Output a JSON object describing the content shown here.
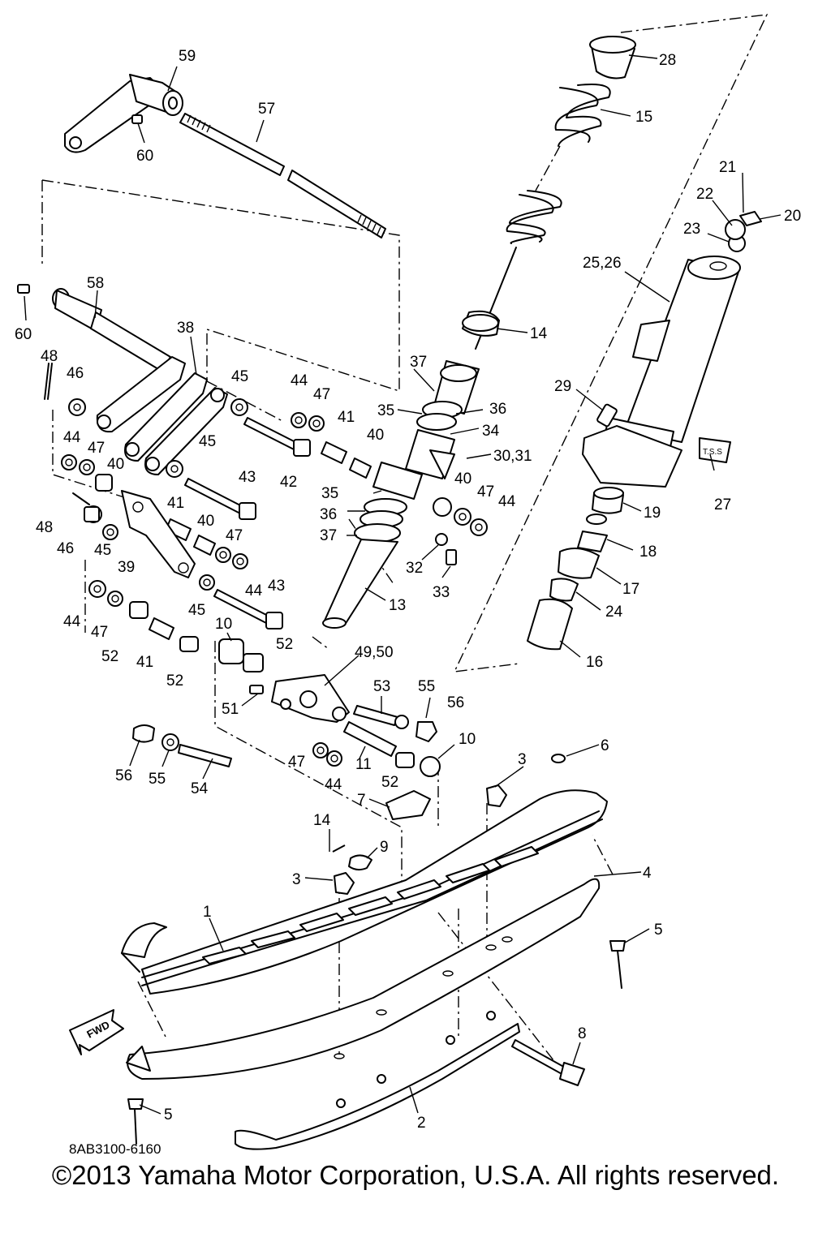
{
  "diagram": {
    "part_code": "8AB3100-6160",
    "fwd_label": "FWD",
    "tag_label": "T.S.S",
    "labels": [
      "59",
      "57",
      "60",
      "28",
      "15",
      "21",
      "22",
      "20",
      "23",
      "25,26",
      "58",
      "60",
      "14",
      "38",
      "48",
      "46",
      "45",
      "44",
      "47",
      "37",
      "35",
      "36",
      "34",
      "29",
      "30,31",
      "41",
      "40",
      "42",
      "43",
      "40",
      "47",
      "44",
      "27",
      "35",
      "36",
      "37",
      "48",
      "46",
      "45",
      "39",
      "41",
      "40",
      "47",
      "44",
      "32",
      "33",
      "19",
      "18",
      "17",
      "24",
      "16",
      "13",
      "43",
      "45",
      "44",
      "47",
      "52",
      "41",
      "52",
      "10",
      "52",
      "49,50",
      "53",
      "55",
      "56",
      "51",
      "10",
      "47",
      "44",
      "11",
      "52",
      "56",
      "55",
      "54",
      "3",
      "6",
      "7",
      "14",
      "9",
      "3",
      "4",
      "1",
      "5",
      "8",
      "2",
      "5",
      "44",
      "47",
      "40",
      "45"
    ]
  },
  "footer": {
    "copyright": "©2013 Yamaha Motor Corporation, U.S.A. All rights reserved."
  }
}
